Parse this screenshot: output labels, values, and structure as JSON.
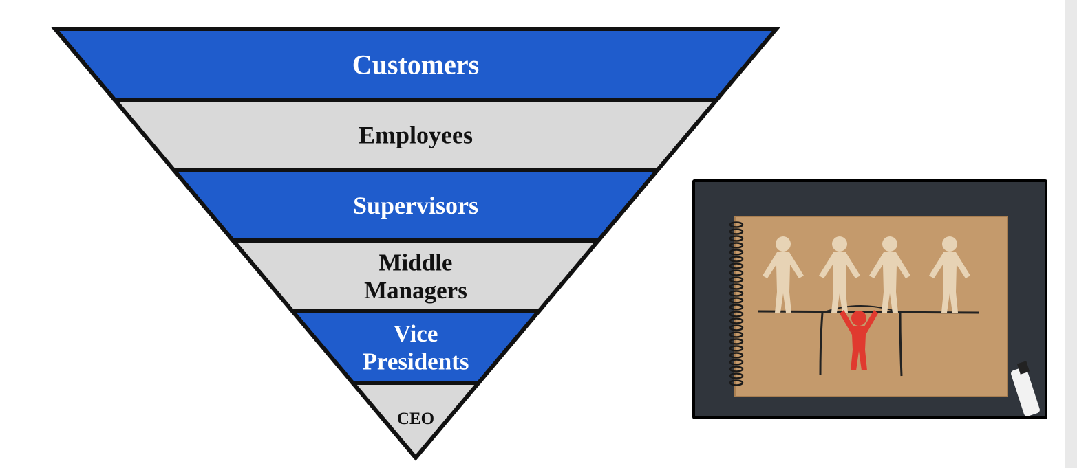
{
  "pyramid": {
    "tiers": [
      {
        "lines": [
          "Customers"
        ],
        "fill": "#1f5ccc",
        "text_color": "#ffffff"
      },
      {
        "lines": [
          "Employees"
        ],
        "fill": "#d9d9d9",
        "text_color": "#111111"
      },
      {
        "lines": [
          "Supervisors"
        ],
        "fill": "#1f5ccc",
        "text_color": "#ffffff"
      },
      {
        "lines": [
          "Middle",
          "Managers"
        ],
        "fill": "#d9d9d9",
        "text_color": "#111111"
      },
      {
        "lines": [
          "Vice",
          "Presidents"
        ],
        "fill": "#1f5ccc",
        "text_color": "#ffffff"
      },
      {
        "lines": [
          "CEO"
        ],
        "fill": "#d9d9d9",
        "text_color": "#111111"
      }
    ]
  },
  "photo": {
    "icons": [
      "notebook-icon",
      "wooden-figure-icon",
      "red-figure-icon",
      "marker-icon"
    ],
    "colors": {
      "board": "#2b3036",
      "paper": "#c49a6c",
      "wood": "#e7d3b5",
      "accent": "#e03a2f"
    }
  }
}
